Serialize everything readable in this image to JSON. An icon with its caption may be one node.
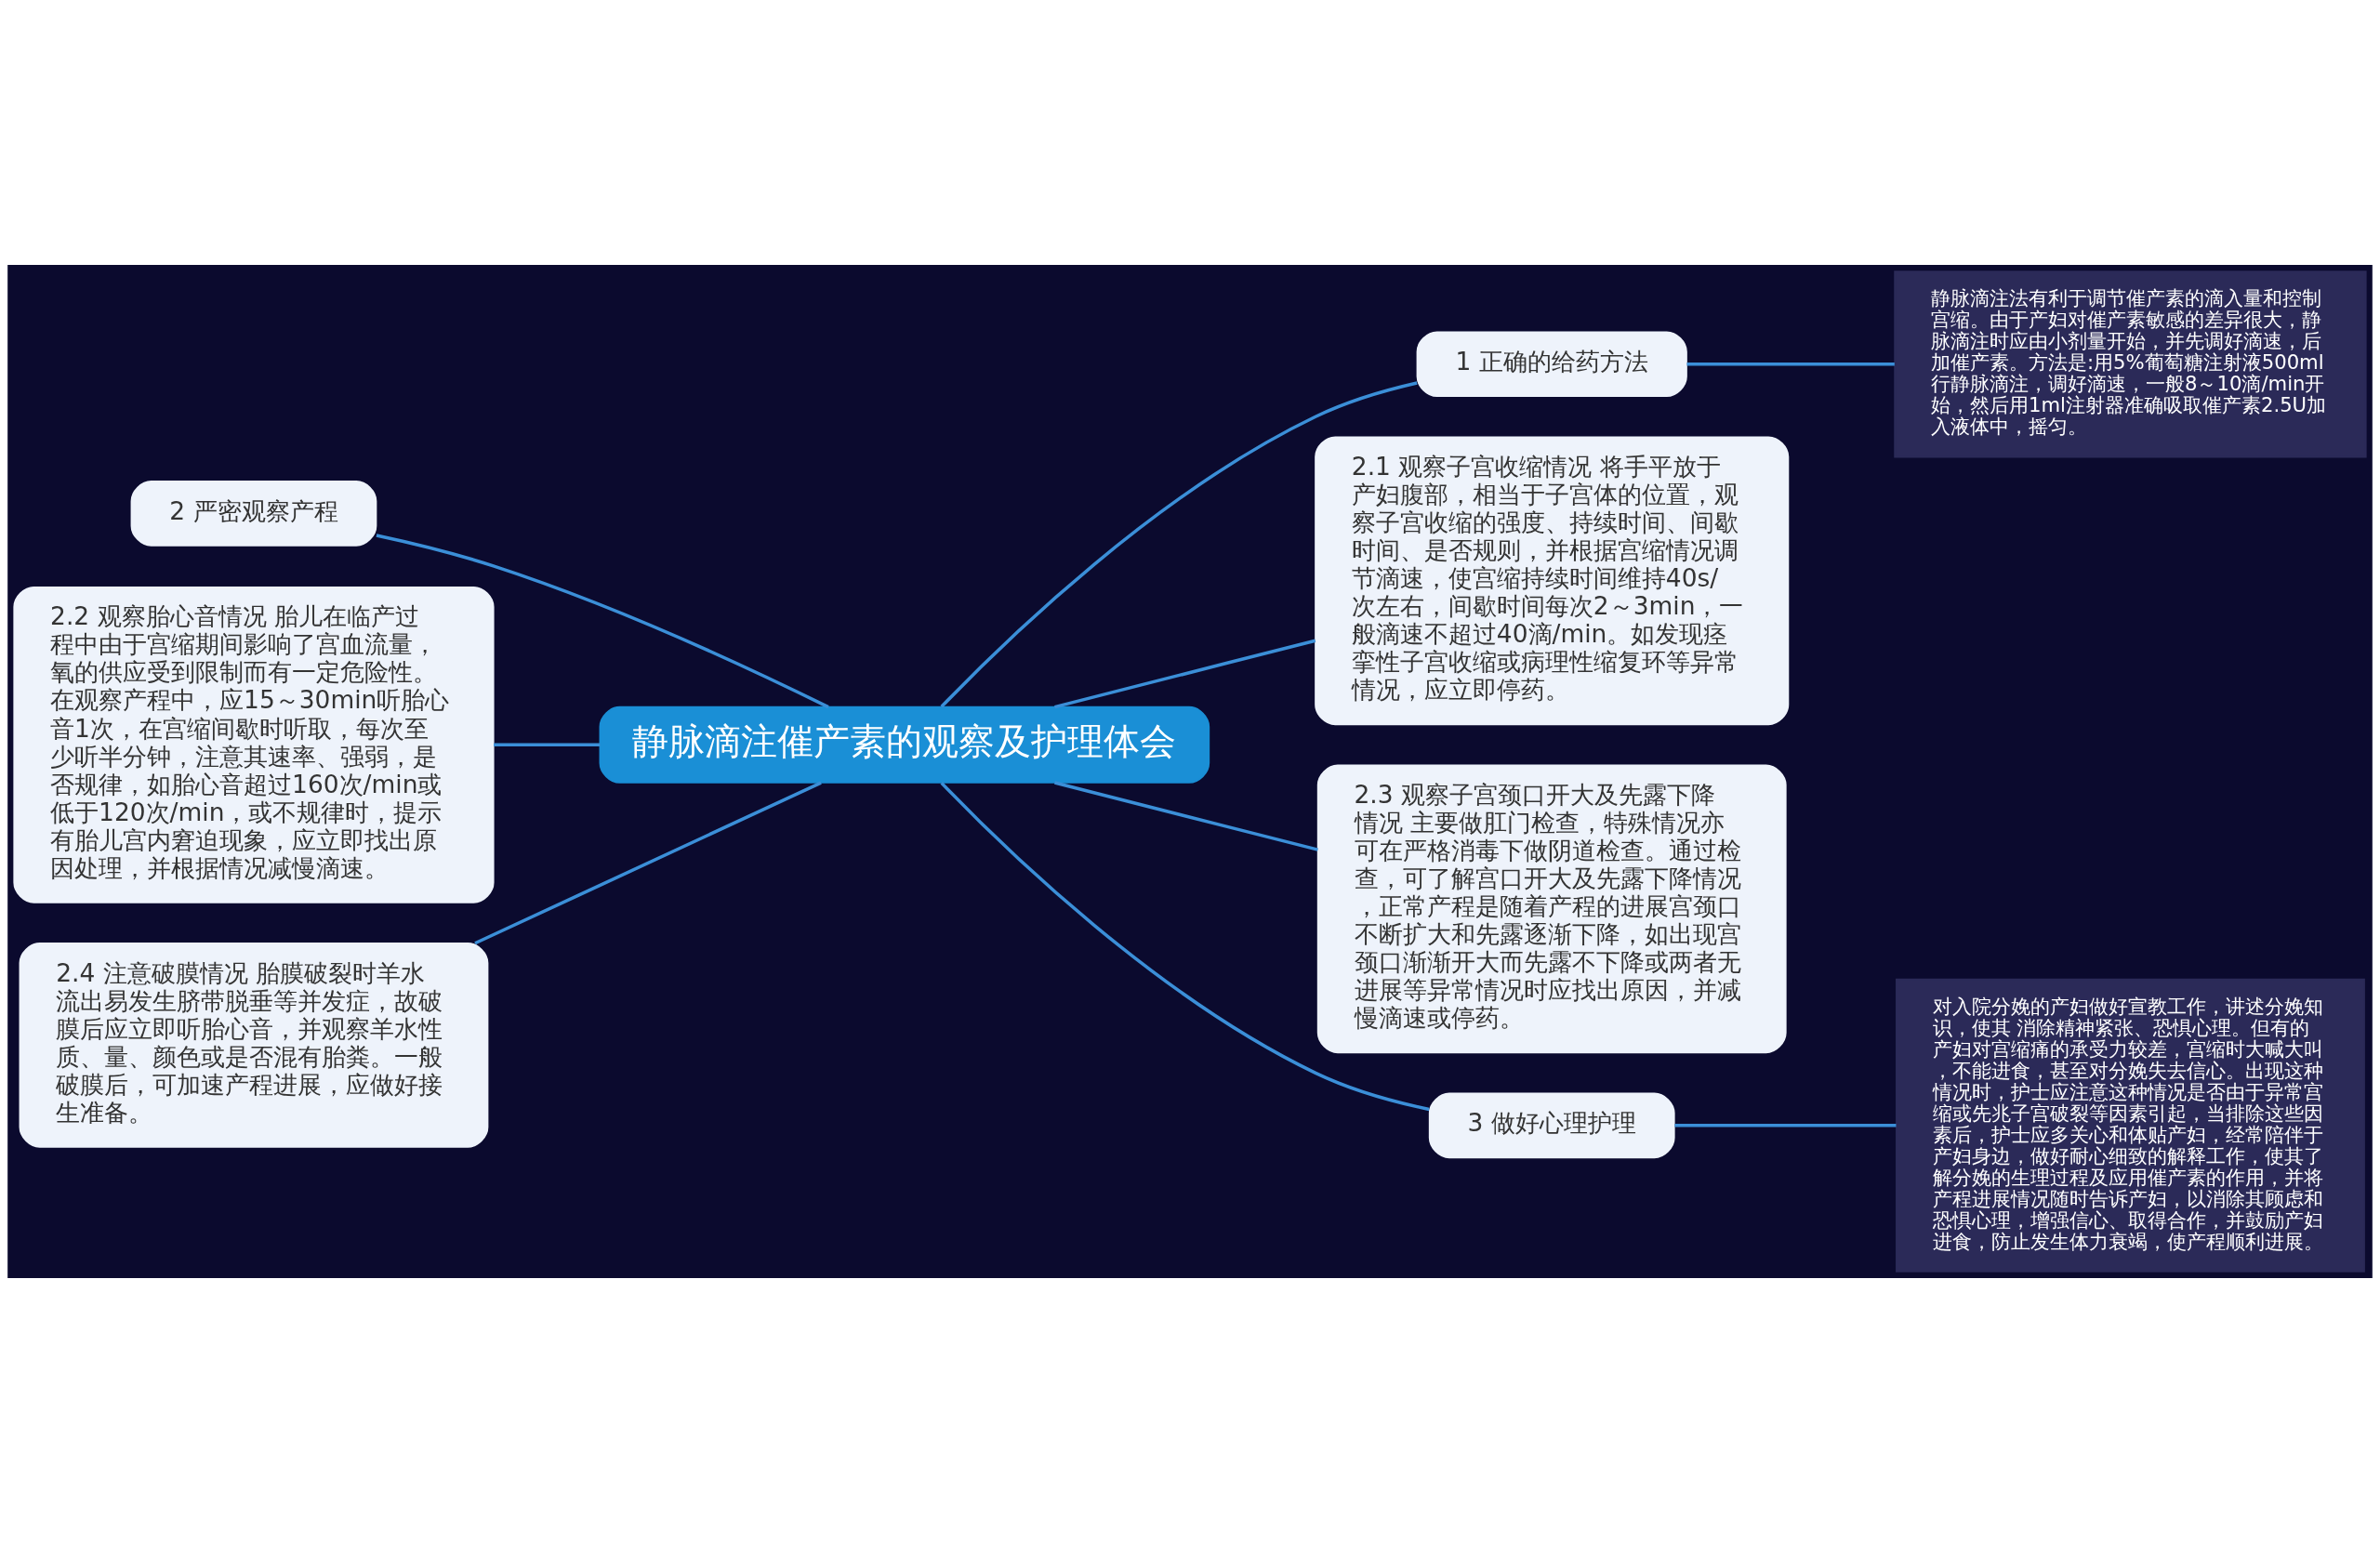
{
  "diagram": {
    "nodes": [
      {
        "text": [
          "静脉滴注催产素的观察及护理体会"
        ]
      },
      {
        "text": [
          "1 正确的给药方法"
        ]
      },
      {
        "text": [
          "静脉滴注法有利于调节催产素的滴入量和控制宫缩。由于产妇对催产素敏感的差异很大，静脉滴注时应由小剂量开始，并先调好滴速，后加催产素。方法是:用5%葡萄糖注射液500ml行静脉滴注，调好滴速，一般8～10滴/min开始，然后用1ml注射器准确吸取催产素2.5U加入液体中，摇匀。"
        ]
      },
      {
        "text": [
          "2 严密观察产程"
        ]
      },
      {
        "text": [
          "2.1 观察子宫收缩情况 将手平放于产妇腹部，相当于子宫体的位置，观察子宫收缩的强度、持续时间、间歇时间、是否规则，并根据宫缩情况调节滴速，使宫缩持续时间维持40s/次左右，间歇时间每次2～3min，一般滴速不超过40滴/min。如发现痉挛性子宫收缩或病理性缩复环等异常情况，应立即停药。"
        ]
      },
      {
        "text": [
          "2.2 观察胎心音情况 胎儿在临产过程中由于宫缩期间影响了宫血流量，氧的供应受到限制而有一定危险性。在观察产程中，应15～30min听胎心音1次，在宫缩间歇时听取，每次至少听半分钟，注意其速率、强弱，是否规律，如胎心音超过160次/min或低于120次/min，或不规律时，提示有胎儿宫内窘迫现象，应立即找出原因处理，并根据情况减慢滴速。"
        ]
      },
      {
        "text": [
          "2.3 观察子宫颈口开大及先露下降情况 主要做肛门检查，特殊情况亦可在严格消毒下做阴道检查。通过检查，可了解宫口开大及先露下降情况，正常产程是随着产程的进展宫颈口不断扩大和先露逐渐下降，如出现宫颈口渐渐开大而先露不下降或两者无进展等异常情况时应找出原因，并减慢滴速或停药。"
        ]
      },
      {
        "text": [
          "2.4 注意破膜情况 胎膜破裂时羊水流出易发生脐带脱垂等并发症，故破膜后应立即听胎心音，并观察羊水性质、量、颜色或是否混有胎粪。一般破膜后，可加速产程进展，应做好接生准备。"
        ]
      },
      {
        "text": [
          "3 做好心理护理"
        ]
      },
      {
        "text": [
          "对入院分娩的产妇做好宣教工作，讲述分娩知识，使其 消除精神紧张、恐惧心理。但有的产妇对宫缩痛的承受力较差，宫缩时大喊大叫，不能进食，甚至对分娩失去信心。出现这种情况时，护士应注意这种情况是否由于异常宫缩或先兆子宫破裂等因素引起，当排除这些因素后，护士应多关心和体贴产妇，经常陪伴于产妇身边，做好耐心细致的解释工作，使其了解分娩的生理过程及应用催产素的作用，并将产程进展情况随时告诉产妇，以消除其顾虑和恐惧心理，增强信心、取得合作，并鼓励产妇进食，防止发生体力衰竭，使产程顺利进展。"
        ]
      }
    ],
    "edges": [
      {
        "from": 0,
        "to": 1,
        "arrow": "none"
      },
      {
        "from": 1,
        "to": 2,
        "arrow": "none"
      },
      {
        "from": 0,
        "to": 3,
        "arrow": "none"
      },
      {
        "from": 0,
        "to": 4,
        "arrow": "none"
      },
      {
        "from": 0,
        "to": 5,
        "arrow": "none"
      },
      {
        "from": 0,
        "to": 6,
        "arrow": "none"
      },
      {
        "from": 0,
        "to": 7,
        "arrow": "none"
      },
      {
        "from": 0,
        "to": 8,
        "arrow": "none"
      },
      {
        "from": 8,
        "to": 9,
        "arrow": "none"
      }
    ]
  }
}
